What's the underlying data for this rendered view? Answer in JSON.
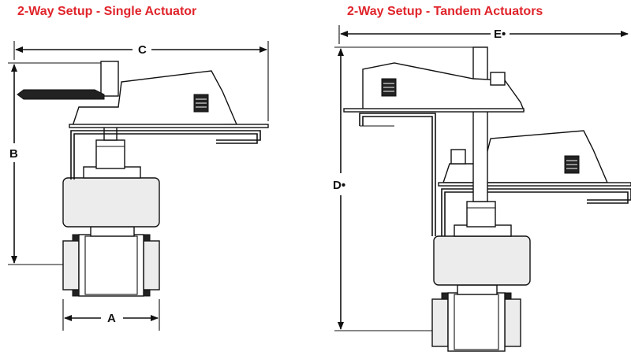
{
  "titles": {
    "single": "2-Way Setup - Single Actuator",
    "tandem": "2-Way Setup - Tandem Actuators"
  },
  "dimensions": {
    "a": "A",
    "b": "B",
    "c": "C",
    "d": "D•",
    "e": "E•"
  },
  "colors": {
    "title": "#e0242b",
    "line": "#111111"
  }
}
